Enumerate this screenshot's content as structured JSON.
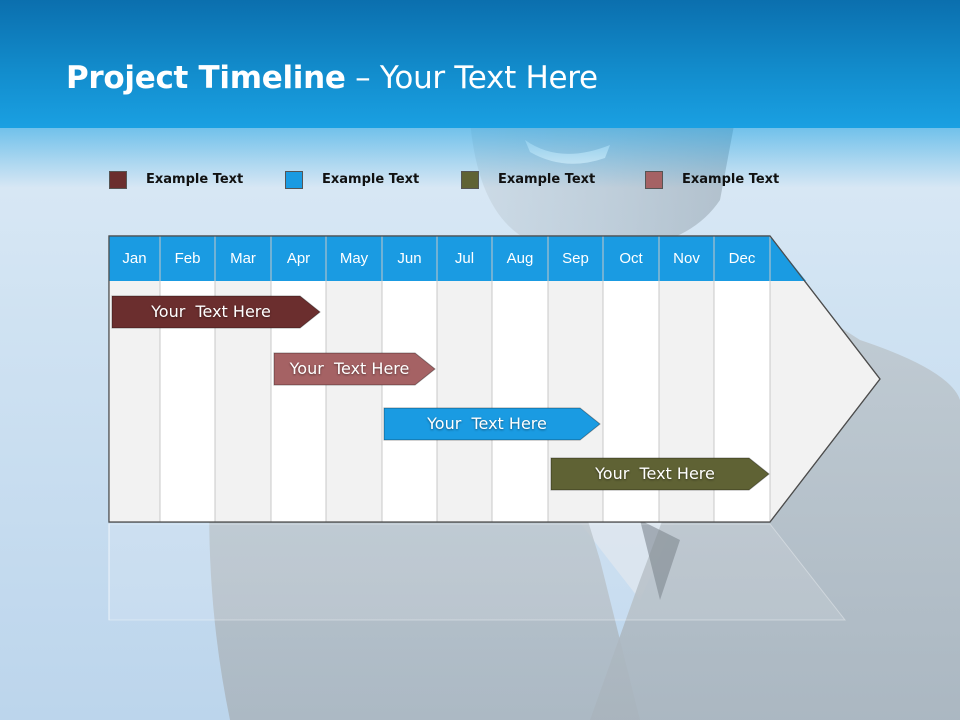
{
  "header": {
    "title_bold": "Project Timeline",
    "title_rest": " – Your Text Here"
  },
  "legend": [
    {
      "label": "Example Text",
      "color": "#6b2e2e"
    },
    {
      "label": "Example Text",
      "color": "#1a9be2"
    },
    {
      "label": "Example Text",
      "color": "#5f6234"
    },
    {
      "label": "Example Text",
      "color": "#a56264"
    }
  ],
  "timeline": {
    "months": [
      "Jan",
      "Feb",
      "Mar",
      "Apr",
      "May",
      "Jun",
      "Jul",
      "Aug",
      "Sep",
      "Oct",
      "Nov",
      "Dec"
    ],
    "header_color": "#1a9be2",
    "tasks": [
      {
        "label": "Your  Text Here",
        "color": "#6b2e2e",
        "start_month": "Jan",
        "end_month": "Apr"
      },
      {
        "label": "Your  Text Here",
        "color": "#a56264",
        "start_month": "Apr",
        "end_month": "Jun"
      },
      {
        "label": "Your  Text Here",
        "color": "#1a9be2",
        "start_month": "Jun",
        "end_month": "Sep"
      },
      {
        "label": "Your  Text Here",
        "color": "#5f6234",
        "start_month": "Sep",
        "end_month": "Dec"
      }
    ]
  }
}
